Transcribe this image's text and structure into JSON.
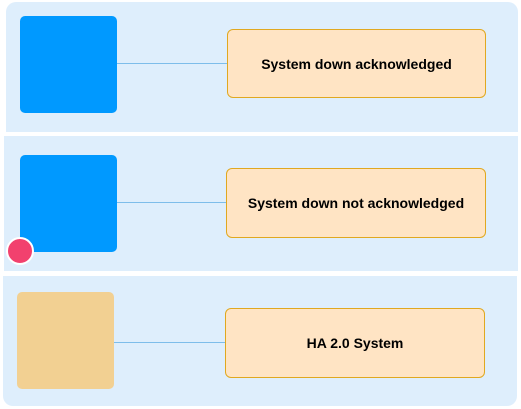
{
  "colors": {
    "panel_background": "#deeefc",
    "acknowledged_square": "#0099ff",
    "not_acknowledged_square": "#0099ff",
    "ha_system_square": "#f2d092",
    "label_box_fill": "#ffe4c4",
    "label_box_border": "#e0a820",
    "connector": "#7dbdea",
    "alert_dot": "#f2416e"
  },
  "rows": [
    {
      "label": "System down acknowledged"
    },
    {
      "label": "System down not acknowledged"
    },
    {
      "label": "HA 2.0 System"
    }
  ]
}
